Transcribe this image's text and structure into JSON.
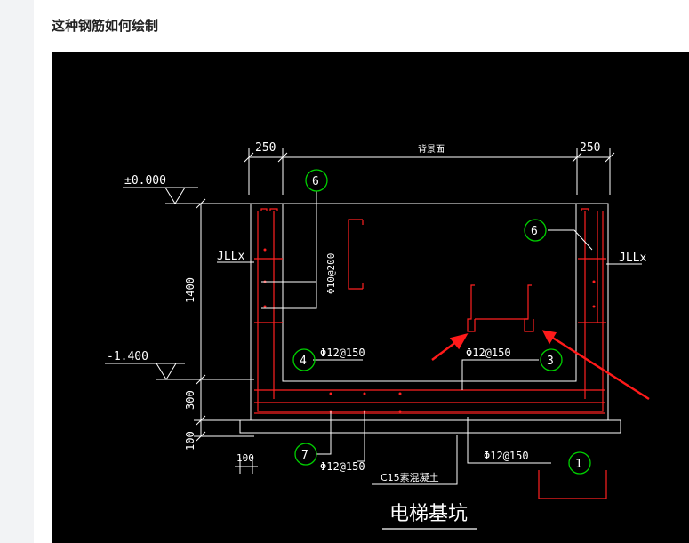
{
  "post": {
    "title": "这种钢筋如何绘制"
  },
  "colors": {
    "background": "#000000",
    "lines": "#ffffff",
    "rebar": "#ff2020",
    "callouts": "#00d000",
    "arrows": "#ff1a1a"
  },
  "drawing": {
    "dim_left": "250",
    "dim_right": "250",
    "dim_top_label": "背景面",
    "level_top": "±0.000",
    "level_bottom": "-1.400",
    "dim_1400": "1400",
    "dim_300": "300",
    "dim_100_v": "100",
    "dim_100_h": "100",
    "jllx_left": "JLLx",
    "jllx_right": "JLLx",
    "rebar_vertical": "Φ10@200",
    "rebar_4": "Φ12@150",
    "rebar_3": "Φ12@150",
    "rebar_7": "Φ12@150",
    "rebar_1": "Φ12@150",
    "callout_6a": "6",
    "callout_6b": "6",
    "callout_4": "4",
    "callout_3": "3",
    "callout_7": "7",
    "callout_1": "1",
    "concrete_label": "C15素混凝土",
    "caption": "电梯基坑"
  }
}
